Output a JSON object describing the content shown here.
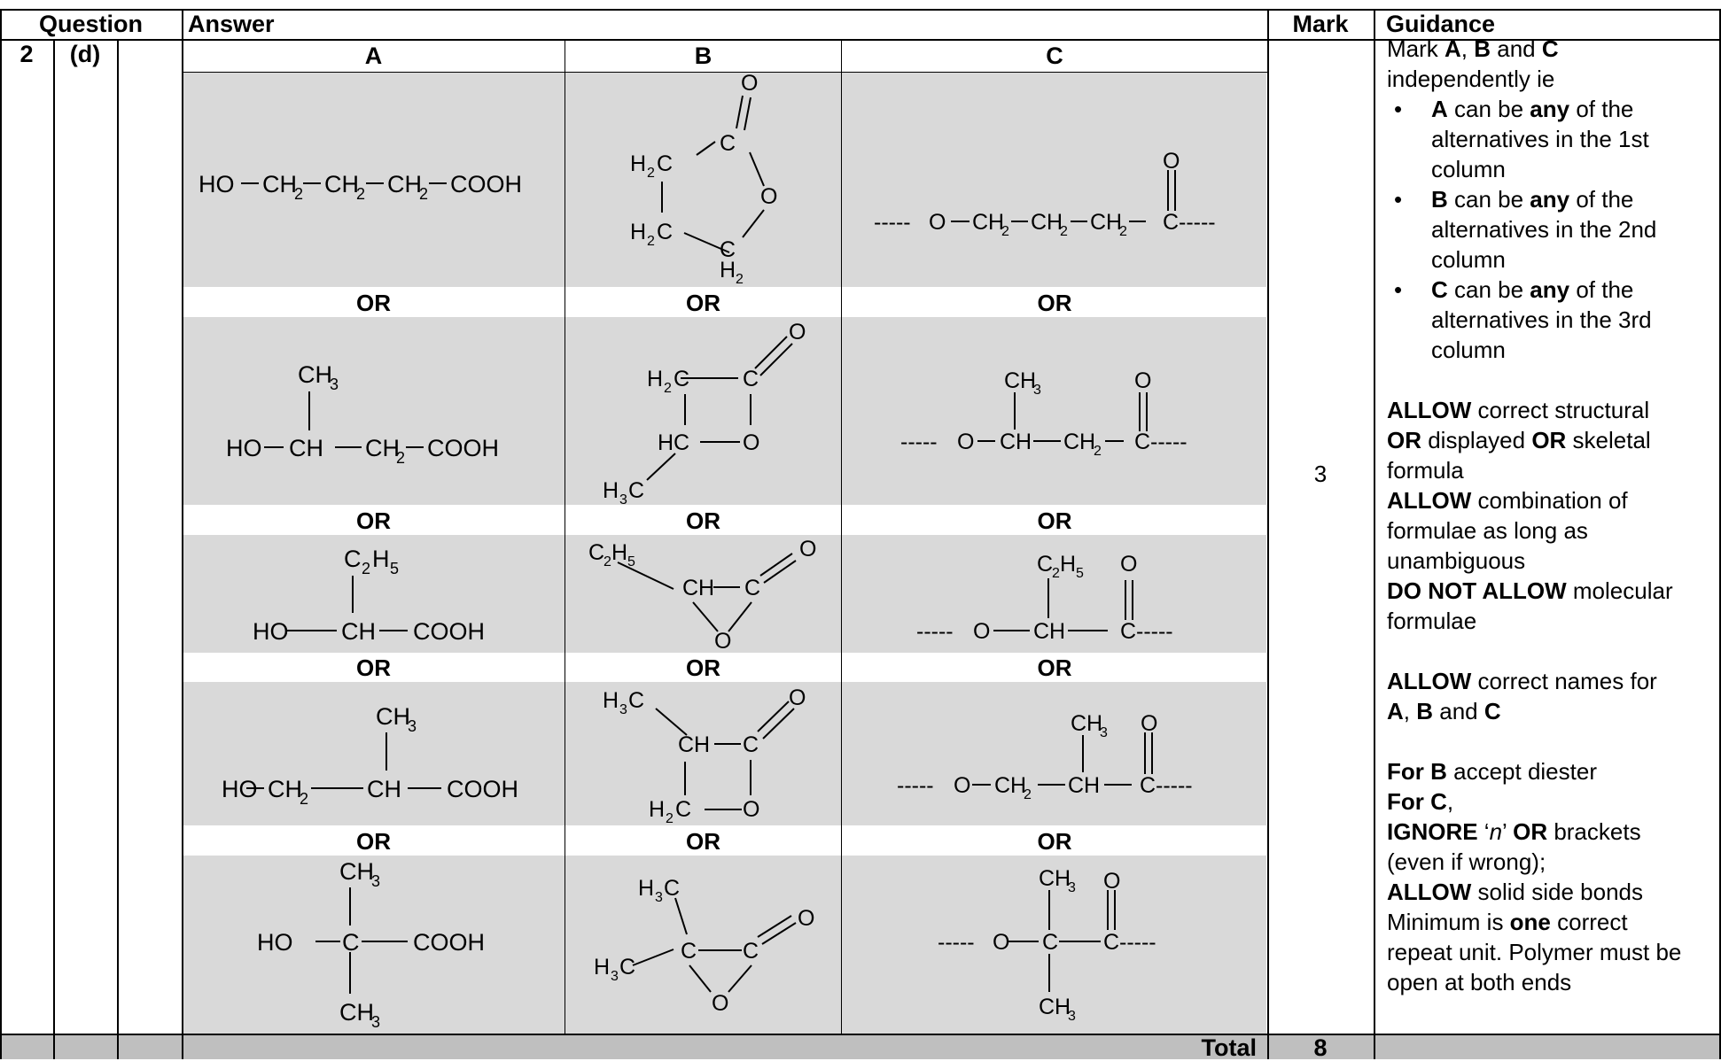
{
  "header": {
    "question": "Question",
    "answer": "Answer",
    "mark": "Mark",
    "guidance": "Guidance"
  },
  "question": {
    "number": "2",
    "part": "(d)"
  },
  "columns": {
    "a": "A",
    "b": "B",
    "c": "C"
  },
  "or_label": "OR",
  "mark_value": "3",
  "total": {
    "label": "Total",
    "value": "8"
  },
  "structures": {
    "a1": {
      "ho": "HO",
      "ch2": "CH",
      "sub2": "2",
      "cooh": "COOH"
    },
    "a2": {
      "ch3": "CH",
      "sub3": "3",
      "ho": "HO",
      "ch": "CH",
      "ch2": "CH",
      "sub2": "2",
      "cooh": "COOH"
    },
    "a3": {
      "c2h5_c": "C",
      "c2h5_h": "H",
      "sub2": "2",
      "sub5": "5",
      "ho": "HO",
      "ch": "CH",
      "cooh": "COOH"
    },
    "a4": {
      "ch3": "CH",
      "sub3": "3",
      "ho": "HO",
      "ch2": "CH",
      "sub2": "2",
      "ch": "CH",
      "cooh": "COOH"
    },
    "a5": {
      "ch3": "CH",
      "sub3": "3",
      "ho": "HO",
      "c": "C",
      "cooh": "COOH"
    },
    "b1": {
      "o": "O",
      "c": "C",
      "h2c": "H",
      "sub2": "2",
      "c_end": "C"
    },
    "b2": {
      "o": "O",
      "h2c": "H",
      "sub2": "2",
      "c": "C",
      "hc": "HC",
      "h3c": "H",
      "sub3": "3"
    },
    "b3": {
      "c2h5": "C",
      "h": "H",
      "sub2": "2",
      "sub5": "5",
      "ch": "CH",
      "c": "C",
      "o": "O"
    },
    "b4": {
      "h3c": "H",
      "sub3": "3",
      "c": "C",
      "ch": "CH",
      "o": "O",
      "h2c": "H",
      "sub2": "2"
    },
    "b5": {
      "h3c": "H",
      "sub3": "3",
      "c": "C",
      "o": "O"
    },
    "c1": {
      "dash": "-----",
      "o": "O",
      "ch2": "CH",
      "sub2": "2",
      "c": "C"
    },
    "c2": {
      "dash": "-----",
      "o": "O",
      "ch": "CH",
      "ch2": "CH",
      "sub2": "2",
      "c": "C",
      "ch3": "CH",
      "sub3": "3"
    },
    "c3": {
      "dash": "-----",
      "o": "O",
      "ch": "CH",
      "c": "C",
      "c2h5": "C",
      "h": "H",
      "sub2": "2",
      "sub5": "5"
    },
    "c4": {
      "dash": "-----",
      "o": "O",
      "ch2": "CH",
      "sub2": "2",
      "ch": "CH",
      "c": "C",
      "ch3": "CH",
      "sub3": "3"
    },
    "c5": {
      "dash": "-----",
      "o": "O",
      "c": "C",
      "ch3": "CH",
      "sub3": "3"
    }
  },
  "guidance": {
    "mark_pre": "Mark ",
    "a": "A",
    "comma": ", ",
    "b": "B",
    "and": " and ",
    "c": "C",
    "independently": "independently ie",
    "bullet_a_letter": "A",
    "bullet_a_pre": " can be ",
    "any": "any",
    "bullet_a_post": " of the alternatives in the 1st column",
    "bullet_b_letter": "B",
    "bullet_b_pre": " can be ",
    "bullet_b_post": " of the alternatives in the 2nd column",
    "bullet_c_letter": "C",
    "bullet_c_pre": " can be ",
    "bullet_c_post": " of the alternatives in the 3rd column",
    "allow": "ALLOW",
    "allow1_text": " correct structural",
    "or": "OR",
    "displayed": " displayed ",
    "skeletal": " skeletal",
    "formula": "formula",
    "allow2_text": " combination of formulae as long as unambiguous",
    "do_not_allow": "DO NOT ALLOW",
    "molecular": " molecular formulae",
    "allow3_text": " correct names for",
    "names_and": " and ",
    "for_b": "For B",
    "for_b_text": " accept diester",
    "for_c": "For C",
    "for_c_comma": ",",
    "ignore": "IGNORE",
    "ignore_text_pre": " ‘",
    "n": "n",
    "ignore_text_post": "’ ",
    "brackets": " brackets",
    "even_if": "(even if wrong);",
    "allow4_text": " solid side bonds",
    "minimum_pre": "Minimum is ",
    "one": "one",
    "minimum_post": " correct",
    "repeat": "repeat unit. Polymer must be open at both ends"
  }
}
